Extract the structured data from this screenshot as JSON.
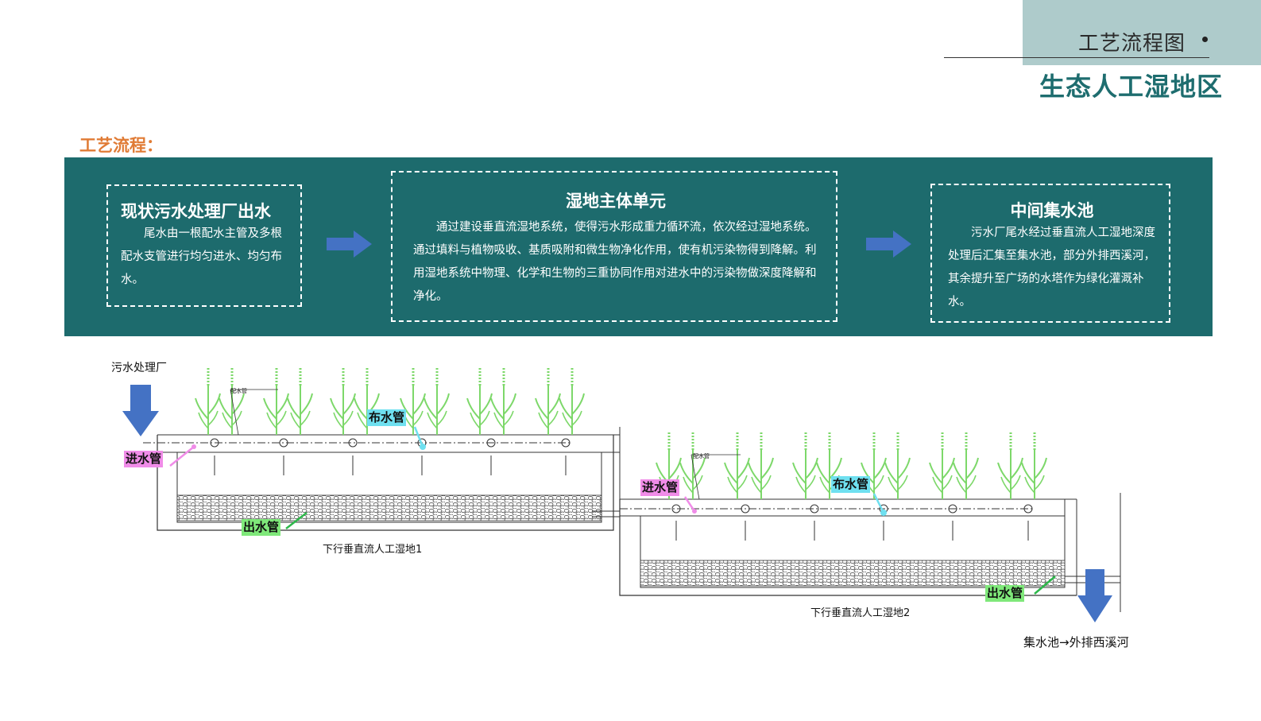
{
  "header": {
    "title": "工艺流程图",
    "subtitle": "生态人工湿地区"
  },
  "section_label": "工艺流程：",
  "flow": [
    {
      "title": "现状污水处理厂出水",
      "text": "尾水由一根配水主管及多根配水支管进行均匀进水、均匀布水。"
    },
    {
      "title": "湿地主体单元",
      "text": "通过建设垂直流湿地系统，使得污水形成重力循环流，依次经过湿地系统。通过填料与植物吸收、基质吸附和微生物净化作用，使有机污染物得到降解。利用湿地系统中物理、化学和生物的三重协同作用对进水中的污染物做深度降解和净化。"
    },
    {
      "title": "中间集水池",
      "text": "污水厂尾水经过垂直流人工湿地深度处理后汇集至集水池，部分外排西溪河，其余提升至广场的水塔作为绿化灌溉补水。"
    }
  ],
  "diagram": {
    "source_label": "污水处理厂",
    "wetland1_label": "下行垂直流人工湿地1",
    "wetland2_label": "下行垂直流人工湿地2",
    "outlet_label": "集水池→外排西溪河",
    "pipe_labels": {
      "inlet": "进水管",
      "distribution": "布水管",
      "outlet": "出水管"
    },
    "small_note": "配水管"
  },
  "colors": {
    "band": "#1d6b6d",
    "header_box": "#aecbcb",
    "subtitle": "#1e6d6f",
    "section_label": "#e07b35",
    "flow_arrow": "#4472c4",
    "inlet_tag": "#f08ce8",
    "distribution_tag": "#6fe0f0",
    "outlet_tag": "#7fe87a",
    "plant": "#7dd86a"
  }
}
